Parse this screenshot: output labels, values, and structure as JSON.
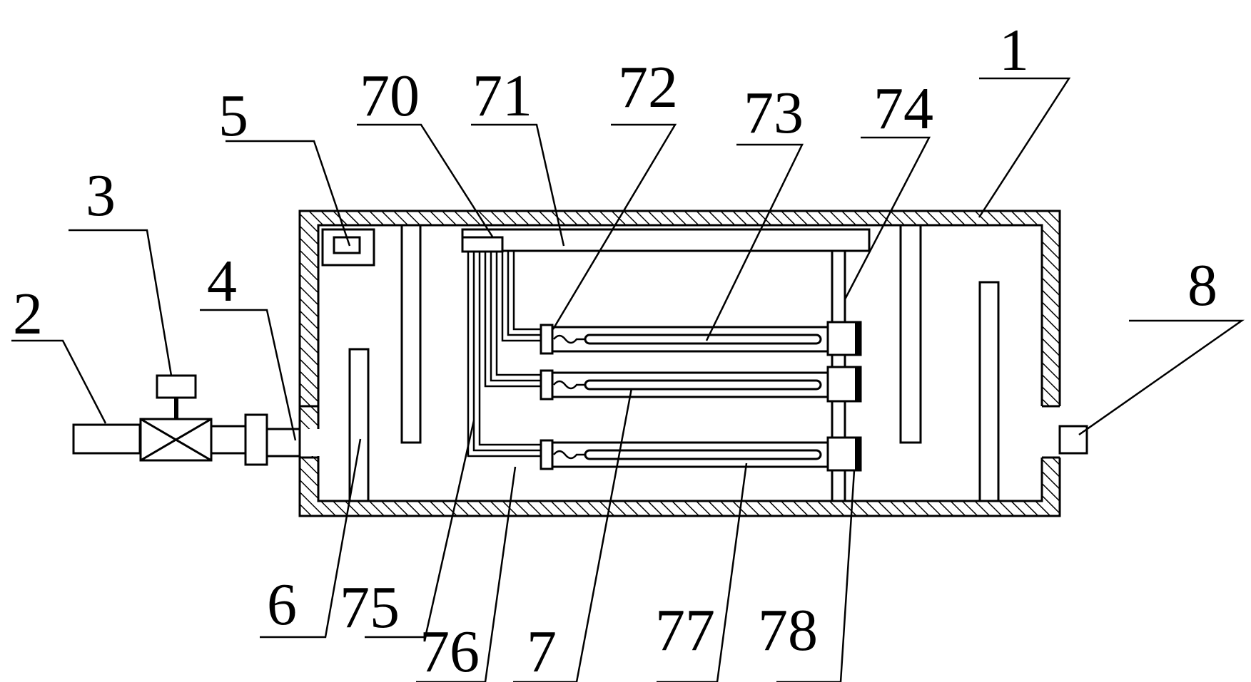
{
  "labels": {
    "l1": "1",
    "l2": "2",
    "l3": "3",
    "l4": "4",
    "l5": "5",
    "l6": "6",
    "l7": "7",
    "l8": "8",
    "l70": "70",
    "l71": "71",
    "l72": "72",
    "l73": "73",
    "l74": "74",
    "l75": "75",
    "l76": "76",
    "l77": "77",
    "l78": "78"
  },
  "colors": {
    "ink": "#000000",
    "paper": "#ffffff"
  }
}
